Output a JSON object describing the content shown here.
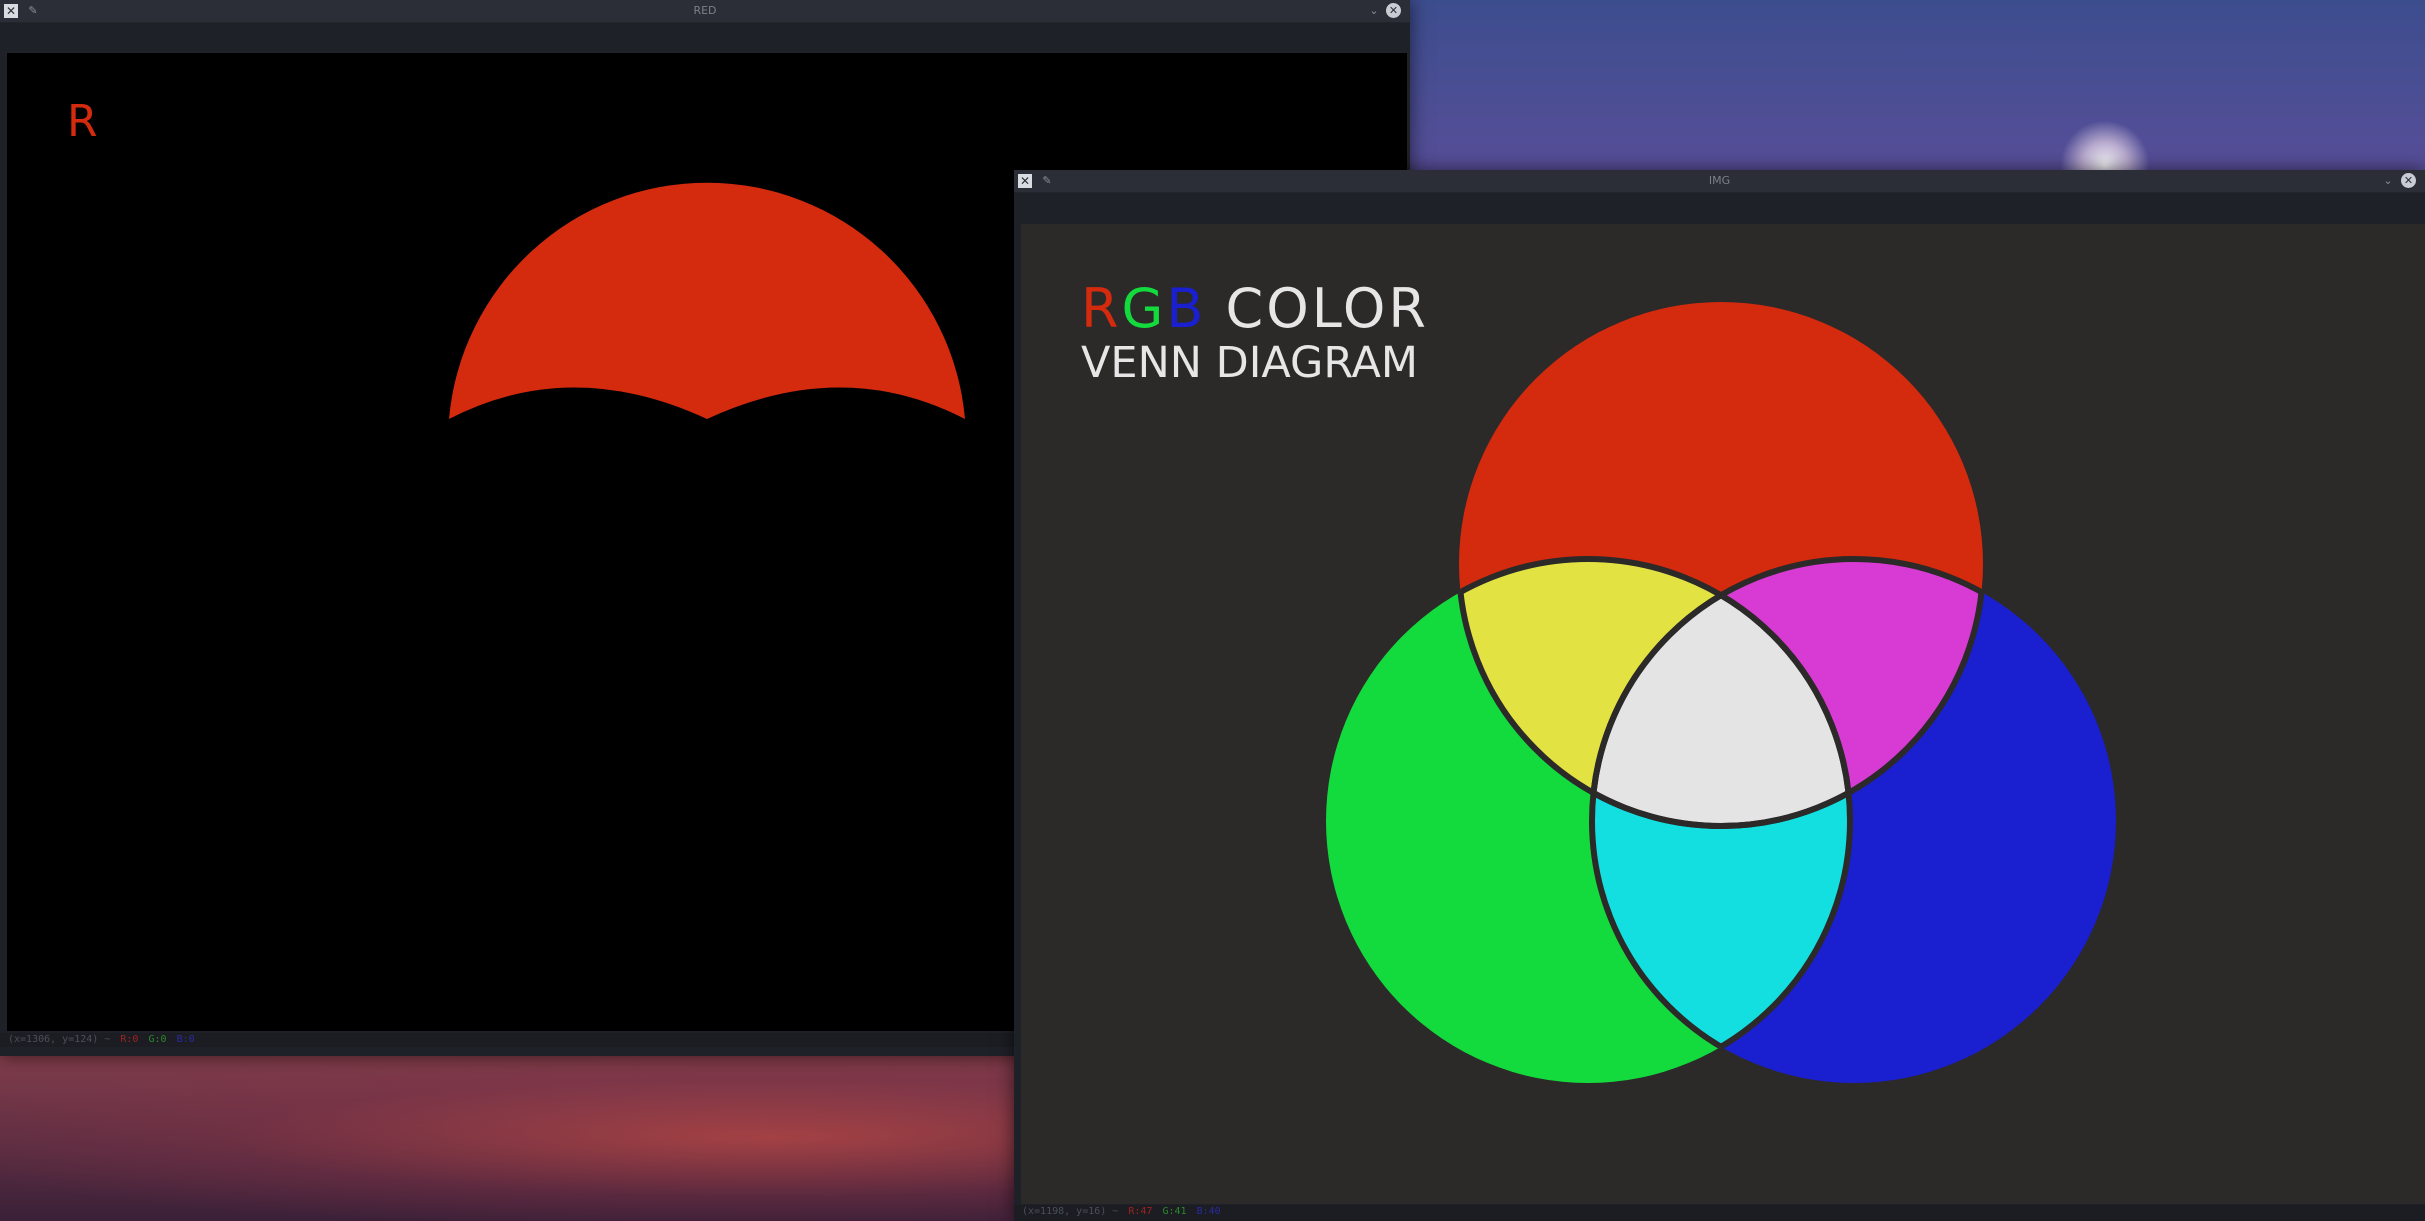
{
  "red_window": {
    "title": "RED",
    "canvas_letter": "R",
    "status": {
      "coords": "(x=1306, y=124) ~",
      "r": "R:0",
      "g": "G:0",
      "b": "B:0"
    }
  },
  "img_window": {
    "title": "IMG",
    "diagram": {
      "title_r": "R",
      "title_g": "G",
      "title_b": "B",
      "title_rest": "COLOR",
      "subtitle": "VENN DIAGRAM"
    },
    "status": {
      "coords": "(x=1198, y=16) ~",
      "r": "R:47",
      "g": "G:41",
      "b": "B:40"
    }
  },
  "colors": {
    "red": "#d42a0e",
    "green": "#13db3d",
    "blue": "#1a1fd0",
    "yellow": "#e3e243",
    "magenta": "#d83bd4",
    "cyan": "#13dfe0",
    "white": "#e4e4e4",
    "canvas_bg": "#2c2929"
  }
}
